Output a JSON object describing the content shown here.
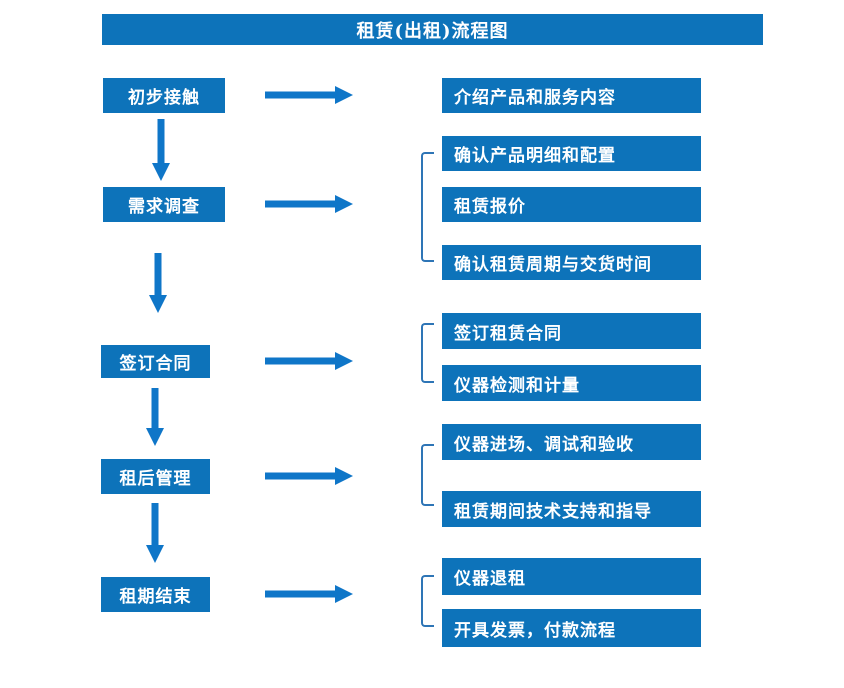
{
  "title": "租赁(出租)流程图",
  "colors": {
    "box_blue": "#0d73ba",
    "arrow_blue": "#0f76c8",
    "bracket_blue": "#2e75b6",
    "text_white": "#ffffff",
    "background": "#ffffff"
  },
  "flow": {
    "steps": [
      {
        "label": "初步接触",
        "outputs": [
          "介绍产品和服务内容"
        ]
      },
      {
        "label": "需求调查",
        "outputs": [
          "确认产品明细和配置",
          "租赁报价",
          "确认租赁周期与交货时间"
        ]
      },
      {
        "label": "签订合同",
        "outputs": [
          "签订租赁合同",
          "仪器检测和计量"
        ]
      },
      {
        "label": "租后管理",
        "outputs": [
          "仪器进场、调试和验收",
          "租赁期间技术支持和指导"
        ]
      },
      {
        "label": "租期结束",
        "outputs": [
          "仪器退租",
          "开具发票，付款流程"
        ]
      }
    ]
  }
}
